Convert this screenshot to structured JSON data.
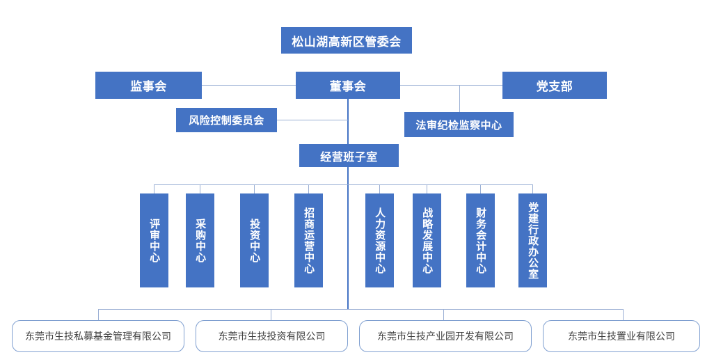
{
  "chart": {
    "title_box": {
      "label": "松山湖高新区管委会"
    },
    "level2": [
      {
        "name": "supervisory-board",
        "label": "监事会"
      },
      {
        "name": "board-of-directors",
        "label": "董事会"
      },
      {
        "name": "party-branch",
        "label": "党支部"
      }
    ],
    "level3": [
      {
        "name": "risk-control-committee",
        "label": "风险控制委员会"
      },
      {
        "name": "legal-audit-discipline-center",
        "label": "法审纪检监察中心"
      }
    ],
    "level4": {
      "name": "management-team-office",
      "label": "经营班子室"
    },
    "departments": [
      {
        "name": "evaluation-center",
        "label": "评审中心"
      },
      {
        "name": "procurement-center",
        "label": "采购中心"
      },
      {
        "name": "investment-center",
        "label": "投资中心"
      },
      {
        "name": "investment-promotion-operation-center",
        "label": "招商运营中心"
      },
      {
        "name": "human-resources-center",
        "label": "人力资源中心"
      },
      {
        "name": "strategy-development-center",
        "label": "战略发展中心"
      },
      {
        "name": "finance-accounting-center",
        "label": "财务会计中心"
      },
      {
        "name": "party-admin-office",
        "label": "党建行政办公室"
      }
    ],
    "subsidiaries": [
      {
        "name": "private-fund-management-co",
        "label": "东莞市生技私募基金管理有限公司"
      },
      {
        "name": "investment-co",
        "label": "东莞市生技投资有限公司"
      },
      {
        "name": "industrial-park-development-co",
        "label": "东莞市生技产业园开发有限公司"
      },
      {
        "name": "real-estate-co",
        "label": "东莞市生技置业有限公司"
      }
    ],
    "colors": {
      "node_fill": "#4473C4",
      "node_text": "#FFFFFF",
      "line": "#9AAFD4",
      "accent_line": "#4473C4",
      "subsidiary_border": "#7F9FD0",
      "subsidiary_text": "#404040",
      "background": "#FFFFFF"
    }
  }
}
